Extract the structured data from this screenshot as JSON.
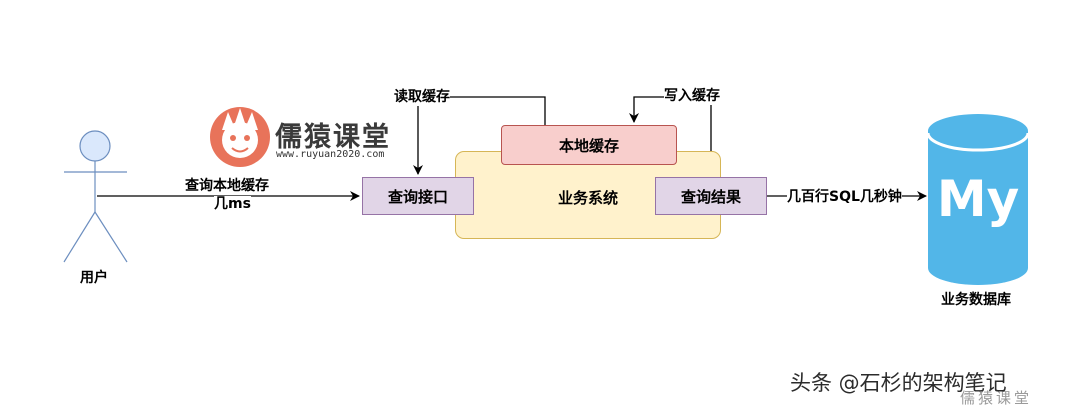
{
  "watermark": {
    "name": "儒猿课堂",
    "url": "www.ruyuan2020.com"
  },
  "actor": {
    "label": "用户"
  },
  "edges": {
    "user_to_query_line1": "查询本地缓存",
    "user_to_query_line2": "几ms",
    "read_cache": "读取缓存",
    "write_cache": "写入缓存",
    "to_database": "几百行SQL几秒钟"
  },
  "boxes": {
    "system": "业务系统",
    "local_cache": "本地缓存",
    "query_interface": "查询接口",
    "query_result": "查询结果"
  },
  "database": {
    "logo_text": "My",
    "label": "业务数据库",
    "color": "#52b6e8"
  },
  "colors": {
    "system_fill": "#fff2cc",
    "system_stroke": "#d6b656",
    "cache_fill": "#f8cecc",
    "cache_stroke": "#b85450",
    "node_fill": "#e1d5e7",
    "node_stroke": "#9673a6",
    "actor_fill": "#dae8fc",
    "actor_stroke": "#6c8ebf",
    "logo_orange": "#e8735a"
  },
  "credit": {
    "text": "头条 @石杉的架构笔记",
    "shadow_text": "儒猿课堂"
  }
}
